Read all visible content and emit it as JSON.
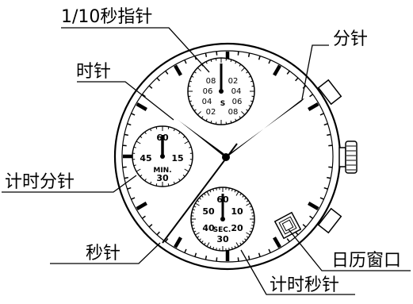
{
  "labels": {
    "tenth_second_hand": "1/10秒指针",
    "minute_hand": "分针",
    "hour_hand": "时针",
    "chrono_minute_hand": "计时分针",
    "second_hand": "秒针",
    "date_window": "日历窗口",
    "chrono_second_hand": "计时秒针"
  },
  "subdials": {
    "tenth": {
      "numbers": [
        "08",
        "06",
        "04",
        "02",
        "02",
        "04",
        "06",
        "08"
      ],
      "unit": "S"
    },
    "minutes": {
      "numbers": [
        "60",
        "15",
        "30",
        "45"
      ],
      "unit": "MIN."
    },
    "seconds": {
      "numbers": [
        "60",
        "10",
        "20",
        "30",
        "40",
        "50"
      ],
      "unit": "SEC."
    }
  },
  "colors": {
    "ink": "#000000",
    "paper": "#ffffff"
  }
}
